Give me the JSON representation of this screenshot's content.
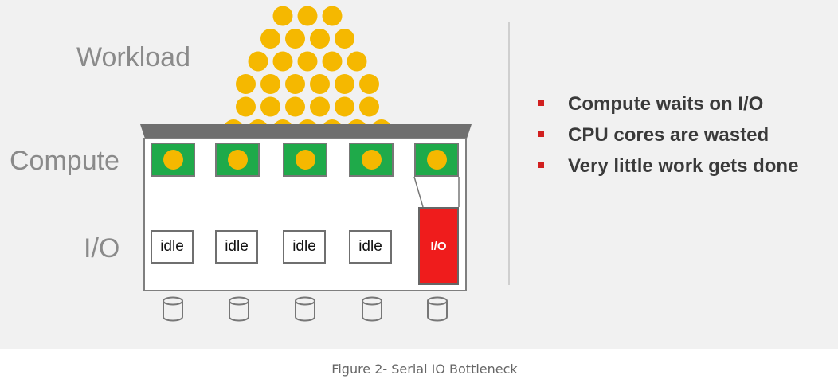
{
  "labels": {
    "workload": "Workload",
    "compute": "Compute",
    "io": "I/O"
  },
  "cores": [
    {
      "id": 1
    },
    {
      "id": 2
    },
    {
      "id": 3
    },
    {
      "id": 4
    },
    {
      "id": 5
    }
  ],
  "io_boxes": [
    "idle",
    "idle",
    "idle",
    "idle"
  ],
  "active_io_label": "I/O",
  "bullets": [
    "Compute waits on I/O",
    "CPU cores are wasted",
    "Very little work gets done"
  ],
  "caption": "Figure 2- Serial IO Bottleneck",
  "colors": {
    "workload_ball": "#f5b800",
    "core_green": "#1faa4a",
    "io_red": "#ef1c1c",
    "bullet_red": "#d11f1f"
  }
}
